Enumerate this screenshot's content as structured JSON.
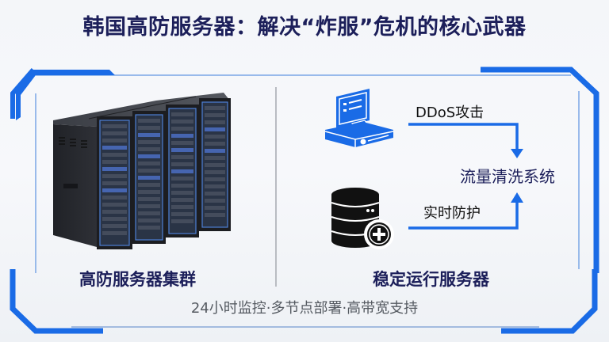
{
  "title": "韩国高防服务器：解决“炸服”危机的核心武器",
  "left_panel": {
    "image": "server-rack-cluster",
    "caption": "高防服务器集群"
  },
  "right_panel": {
    "attack_icon": "computer-terminal-icon",
    "attack_label": "DDoS攻击",
    "center_label": "流量清洗系统",
    "protect_label": "实时防护",
    "server_icon": "database-add-icon",
    "caption": "稳定运行服务器"
  },
  "footer": "24小时监控·多节点部署·高带宽支持",
  "colors": {
    "accent_blue": "#1a6be6",
    "title_navy": "#1c1f5a",
    "divider_gray": "#b9bcc2",
    "footer_gray": "#555a61"
  }
}
